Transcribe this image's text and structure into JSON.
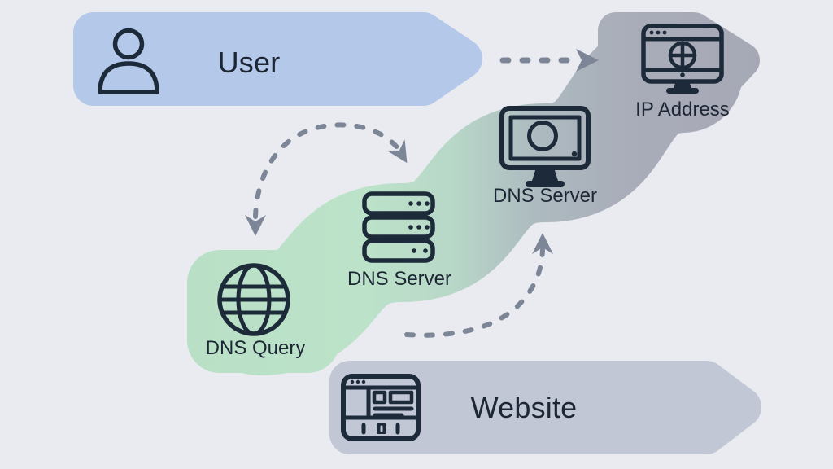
{
  "nodes": {
    "user": {
      "label": "User",
      "shape": "arrow-banner",
      "color": "#b4c8e9"
    },
    "dns_query": {
      "label": "DNS Query",
      "shape": "ribbon-cell",
      "color": "#b9e0c6"
    },
    "dns_server_local": {
      "label": "DNS Server",
      "shape": "ribbon-cell",
      "color": "#bce3c9"
    },
    "dns_server_remote": {
      "label": "DNS Server",
      "shape": "ribbon-cell",
      "color": "#adbbc0"
    },
    "ip_address": {
      "label": "IP Address",
      "shape": "ribbon-cell-arrow-tip",
      "color": "#a6a9b5"
    },
    "website": {
      "label": "Website",
      "shape": "arrow-banner",
      "color": "#c1c7d5"
    }
  },
  "edges": [
    {
      "id": "user-to-ip-address",
      "style": "dashed",
      "shape": "straight",
      "head": "right"
    },
    {
      "id": "user-area-to-dns-query-and-server",
      "style": "dashed",
      "shape": "arc",
      "heads": [
        "down-at-left-end",
        "down-at-right-end"
      ]
    },
    {
      "id": "dns-query-to-dns-server-remote",
      "style": "dashed",
      "shape": "arc",
      "head": "up"
    }
  ],
  "icons": {
    "user": "person-icon",
    "dns_query": "globe-icon",
    "dns_server_local": "server-stack-icon",
    "dns_server_remote": "monitor-icon",
    "ip_address": "browser-monitor-icon",
    "website": "browser-window-icon"
  },
  "colors": {
    "background": "#e9ebf0",
    "user_banner": "#b4c8e9",
    "website_banner": "#c1c7d5",
    "ribbon_green": "#bae2c8",
    "ribbon_gray": "#a7aab6",
    "icon_stroke": "#1d2a3a",
    "arrow": "#7d8697",
    "text": "#1d2634"
  }
}
